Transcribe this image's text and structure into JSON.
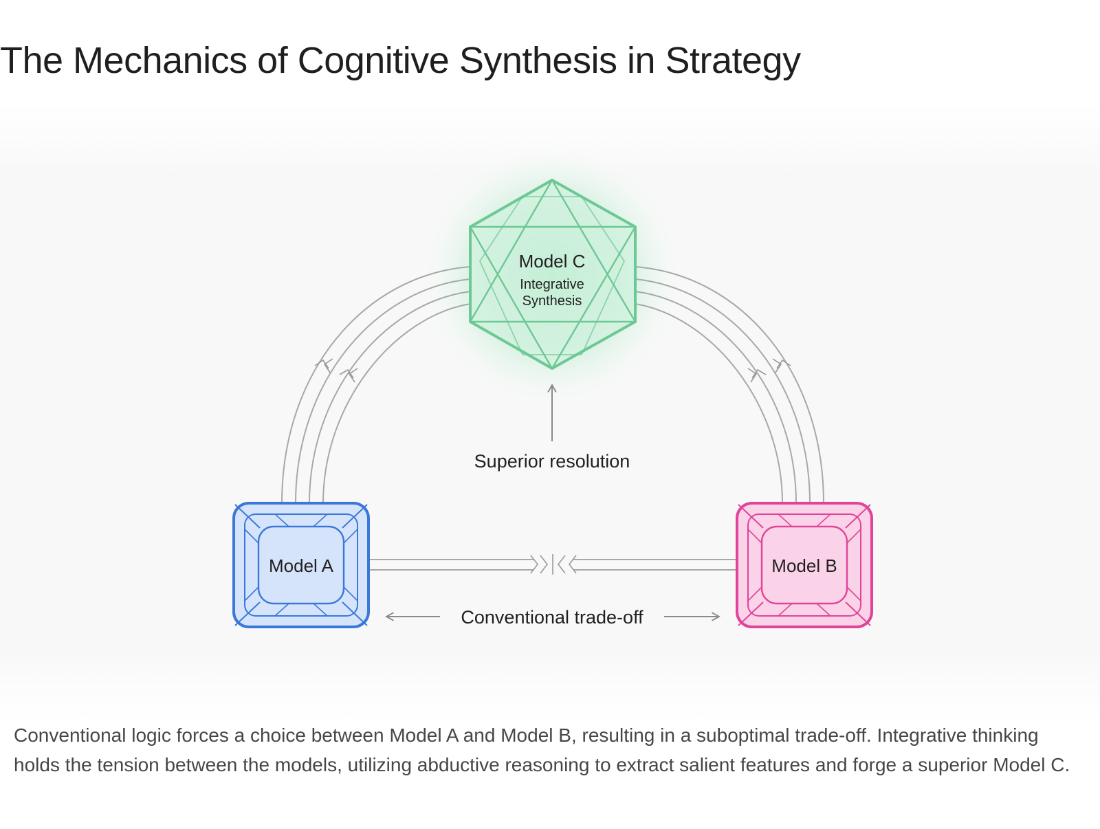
{
  "page": {
    "title": "The Mechanics of Cognitive Synthesis in Strategy",
    "caption": "Conventional logic forces a choice between Model A and Model B, resulting in a suboptimal trade-off. Integrative thinking holds the tension between the models, utilizing abductive reasoning to extract salient features and forge a superior Model C."
  },
  "diagram": {
    "model_a": {
      "label": "Model A",
      "color": "#3a78d8",
      "fill": "#d6e4fb"
    },
    "model_b": {
      "label": "Model B",
      "color": "#e0449a",
      "fill": "#fbd3e8"
    },
    "model_c": {
      "label": "Model C",
      "sublabel_line1": "Integrative",
      "sublabel_line2": "Synthesis",
      "color": "#6cc894",
      "fill": "#d2f2df",
      "glow": "#8ee0ae"
    },
    "labels": {
      "superior_resolution": "Superior resolution",
      "conventional_tradeoff": "Conventional trade-off"
    },
    "connector_color": "#a8a8a8"
  }
}
